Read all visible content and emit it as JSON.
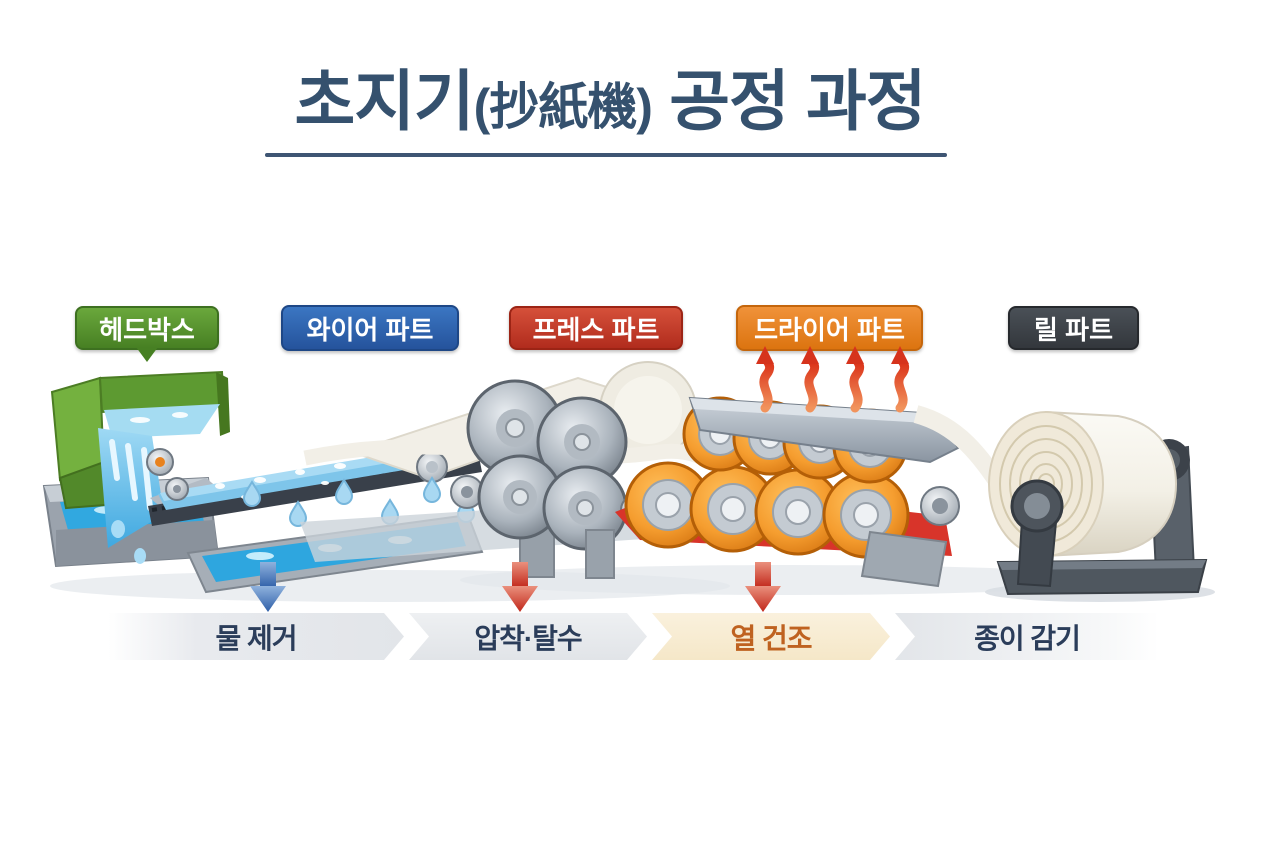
{
  "title": {
    "part1": "초지기",
    "paren": "(抄紙機)",
    "part2": " 공정 과정"
  },
  "labels": [
    {
      "id": "headbox",
      "text": "헤드박스",
      "color": "#478023",
      "shape": "speech-bubble"
    },
    {
      "id": "wire",
      "text": "와이어 파트",
      "color": "#25539c",
      "shape": "rounded-rect"
    },
    {
      "id": "press",
      "text": "프레스 파트",
      "color": "#b12c1d",
      "shape": "rounded-rect"
    },
    {
      "id": "dryer",
      "text": "드라이어 파트",
      "color": "#dc7410",
      "shape": "rounded-rect"
    },
    {
      "id": "reel",
      "text": "릴 파트",
      "color": "#33373c",
      "shape": "rounded-rect"
    }
  ],
  "flow": {
    "steps": [
      {
        "text": "물 제거",
        "bg": "#e5e8ec",
        "text_color": "#2b3d5a",
        "arrow_above": "blue"
      },
      {
        "text": "압착·탈수",
        "bg": "#e5e8ec",
        "text_color": "#2b3d5a",
        "arrow_above": "red"
      },
      {
        "text": "열 건조",
        "bg": "#f8eed6",
        "text_color": "#bf6220",
        "arrow_above": "red"
      },
      {
        "text": "종이 감기",
        "bg": "#e5e8ec",
        "text_color": "#2b3d5a",
        "arrow_above": "none"
      }
    ]
  },
  "icons": {
    "down_arrow": "▼",
    "heat_wave": "≋",
    "droplet": "💧"
  },
  "colors": {
    "title": "#35516e",
    "blue_arrow": "#3a68b0",
    "red_arrow": "#c72c1c",
    "water": "#35a9e1",
    "dryer_cylinder": "#f59d2f",
    "dryer_frame": "#d8342a",
    "paper": "#f2efe7",
    "machine_gray": "#9aa3ad"
  }
}
